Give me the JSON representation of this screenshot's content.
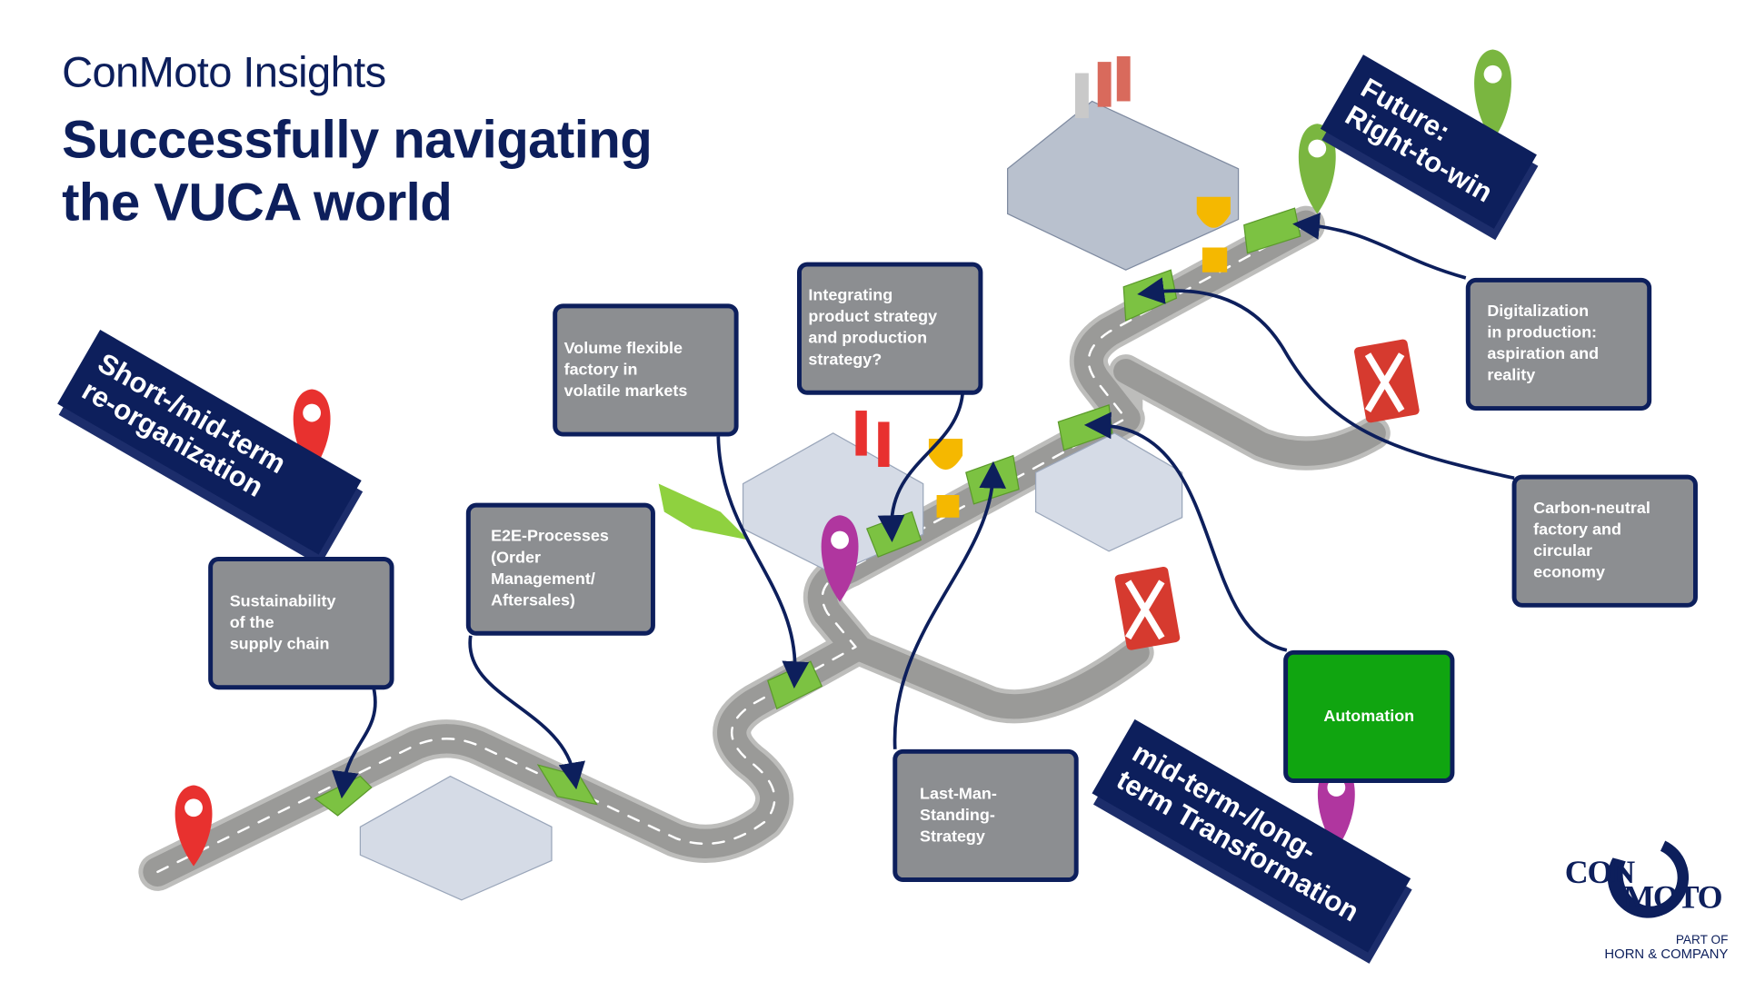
{
  "header": {
    "subtitle": "ConMoto Insights",
    "title_line1": "Successfully navigating",
    "title_line2": "the VUCA world"
  },
  "banners": {
    "start": "Short-/mid-term\nre-organization",
    "future": "Future:\nRight-to-win",
    "transformation": "mid-term-/long-\nterm Transformation"
  },
  "boxes": {
    "sustainability": "Sustainability\nof the\nsupply chain",
    "e2e": "E2E-Processes\n(Order\nManagement/\nAftersales)",
    "volume": "Volume flexible\nfactory in\nvolatile markets",
    "integrating": "Integrating\nproduct strategy\nand production\nstrategy?",
    "digitalization": "Digitalization\nin production:\naspiration and\nreality",
    "carbon": "Carbon-neutral\nfactory and\ncircular\neconomy",
    "automation": "Automation",
    "lastman": "Last-Man-\nStanding-\nStrategy"
  },
  "logo": {
    "con": "CON",
    "moto": "MOTO",
    "part_of": "PART OF",
    "company": "HORN & COMPANY"
  },
  "colors": {
    "navy": "#0d1f5c",
    "box_gray": "#8c8e91",
    "automation_green": "#10a510",
    "road": "#a7a7a5",
    "arrow_green": "#7cc242",
    "pin_red": "#e8312f",
    "pin_magenta": "#b0369f",
    "pin_green": "#7ab640"
  }
}
